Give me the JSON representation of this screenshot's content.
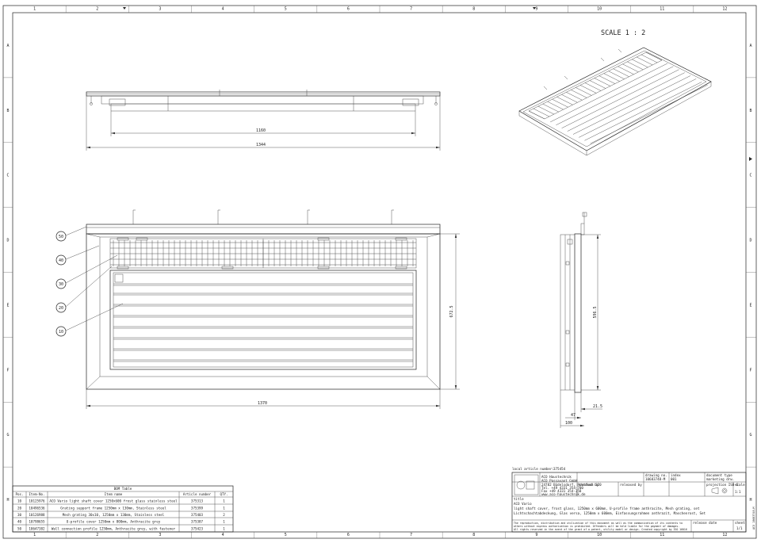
{
  "frame": {
    "columns": [
      "1",
      "2",
      "3",
      "4",
      "5",
      "6",
      "7",
      "8",
      "9",
      "10",
      "11",
      "12"
    ],
    "rows": [
      "A",
      "B",
      "C",
      "D",
      "E",
      "F",
      "G",
      "H"
    ]
  },
  "scale_label": "SCALE 1 : 2",
  "dimensions": {
    "top_inner": "1160",
    "top_outer": "1344",
    "front_width": "1370",
    "front_height": "672.5",
    "side_height": "596.5",
    "side_d1": "21.5",
    "side_d2": "47",
    "side_d3": "100"
  },
  "balloons": [
    "50",
    "40",
    "30",
    "20",
    "10"
  ],
  "bom": {
    "title": "BOM Table",
    "headers": [
      "Pos.",
      "Item-No.",
      "Item name",
      "Article number",
      "QTY."
    ],
    "rows": [
      [
        "10",
        "10125976",
        "ACO Vario light shaft cover 1250x600 frost glass stainless steel",
        "375313",
        "1"
      ],
      [
        "20",
        "10496536",
        "Grating support frame 1250mm x 130mm, Stainless steel",
        "375399",
        "1"
      ],
      [
        "30",
        "10126988",
        "Mesh grating 30x10, 1250mm x 130mm, Stainless steel",
        "375403",
        "2"
      ],
      [
        "40",
        "10798655",
        "U-profile cover 1250mm x 800mm, Anthracite grey",
        "375387",
        "1"
      ],
      [
        "50",
        "10647382",
        "Wall connection profile 1250mm, Anthracite grey, with fastener",
        "375423",
        "1"
      ]
    ]
  },
  "title_block": {
    "local_article_label": "local article number:",
    "local_article_value": "375454",
    "company_name": "ACO Haustechnik",
    "company_name2": "ACO Passavant GmbH",
    "company_address": "24782 Büdelsdorf, Postfach 320",
    "company_tel": "Tel. +49 4331 354-700",
    "company_fax": "Fax +49 4331 354-358",
    "company_web": "www.aco-haustechnik.de",
    "drawing_no_label": "drawing no.",
    "drawing_no_value": "10683748-M",
    "index_label": "index",
    "index_value": "001",
    "doctype_label": "document type",
    "doctype_value": "marketing drw.",
    "checked_label": "checked by",
    "released_label": "released by",
    "projection_label": "projection ISO-E",
    "scale_label": "scale",
    "scale_value": "1:1",
    "title_label": "title",
    "title_value": "ACO Vario",
    "desc_1": "light shaft cover, frost glass, 1250mm x 600mm, U-profile frame anthracite, Mesh grating, set",
    "desc_2": "Lichtschachtabdeckung, Glas versa, 1250mm x 600mm, Einfassungsrahmen anthrazit, Maschenrost, Set",
    "copyright_1": "The reproduction, distribution and utilization of this document as well as the communication of its contents to",
    "copyright_2": "others without express authorization is prohibited. Offenders will be held liable for the payment of damages.",
    "copyright_3": "All rights reserved in the event of the grant of a patent, utility model or design. Created copyright by ISO 16016",
    "release_date_label": "release date",
    "sheet_label": "sheet",
    "sheet_value": "1/1",
    "vertical_id": "ACO 10683748-M"
  }
}
